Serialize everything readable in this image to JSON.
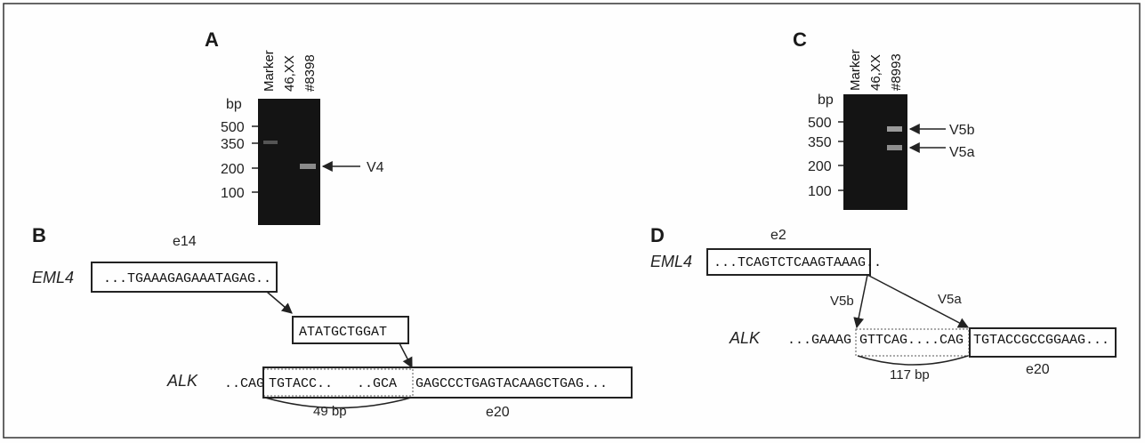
{
  "panels": {
    "A": {
      "letter": "A",
      "bp_label": "bp",
      "lanes": [
        "Marker",
        "46,XX",
        "#8398"
      ],
      "ticks": [
        "500",
        "350",
        "200",
        "100"
      ],
      "band_label": "V4"
    },
    "B": {
      "letter": "B",
      "exon_eml4": "e14",
      "gene_eml4": "EML4",
      "eml4_seq": "...TGAAAGAGAAATAGAG..",
      "insert_seq": "ATATGCTGGAT",
      "gene_alk": "ALK",
      "alk_prefix": "..CAG",
      "alk_seq_mid": "TGTACC..   ..GCA",
      "alk_seq_right": "GAGCCCTGAGTACAAGCTGAG...",
      "deletion_label": "49 bp",
      "exon_alk": "e20"
    },
    "C": {
      "letter": "C",
      "bp_label": "bp",
      "lanes": [
        "Marker",
        "46,XX",
        "#8993"
      ],
      "ticks": [
        "500",
        "350",
        "200",
        "100"
      ],
      "band_labels": [
        "V5b",
        "V5a"
      ]
    },
    "D": {
      "letter": "D",
      "exon_eml4": "e2",
      "gene_eml4": "EML4",
      "eml4_seq": "...TCAGTCTCAAGTAAAG..",
      "variant_labels": [
        "V5b",
        "V5a"
      ],
      "gene_alk": "ALK",
      "alk_prefix": "...GAAAG",
      "alk_seq_mid": "GTTCAG....CAG",
      "alk_seq_right": "TGTACCGCCGGAAG...",
      "deletion_label": "117 bp",
      "exon_alk": "e20"
    }
  }
}
